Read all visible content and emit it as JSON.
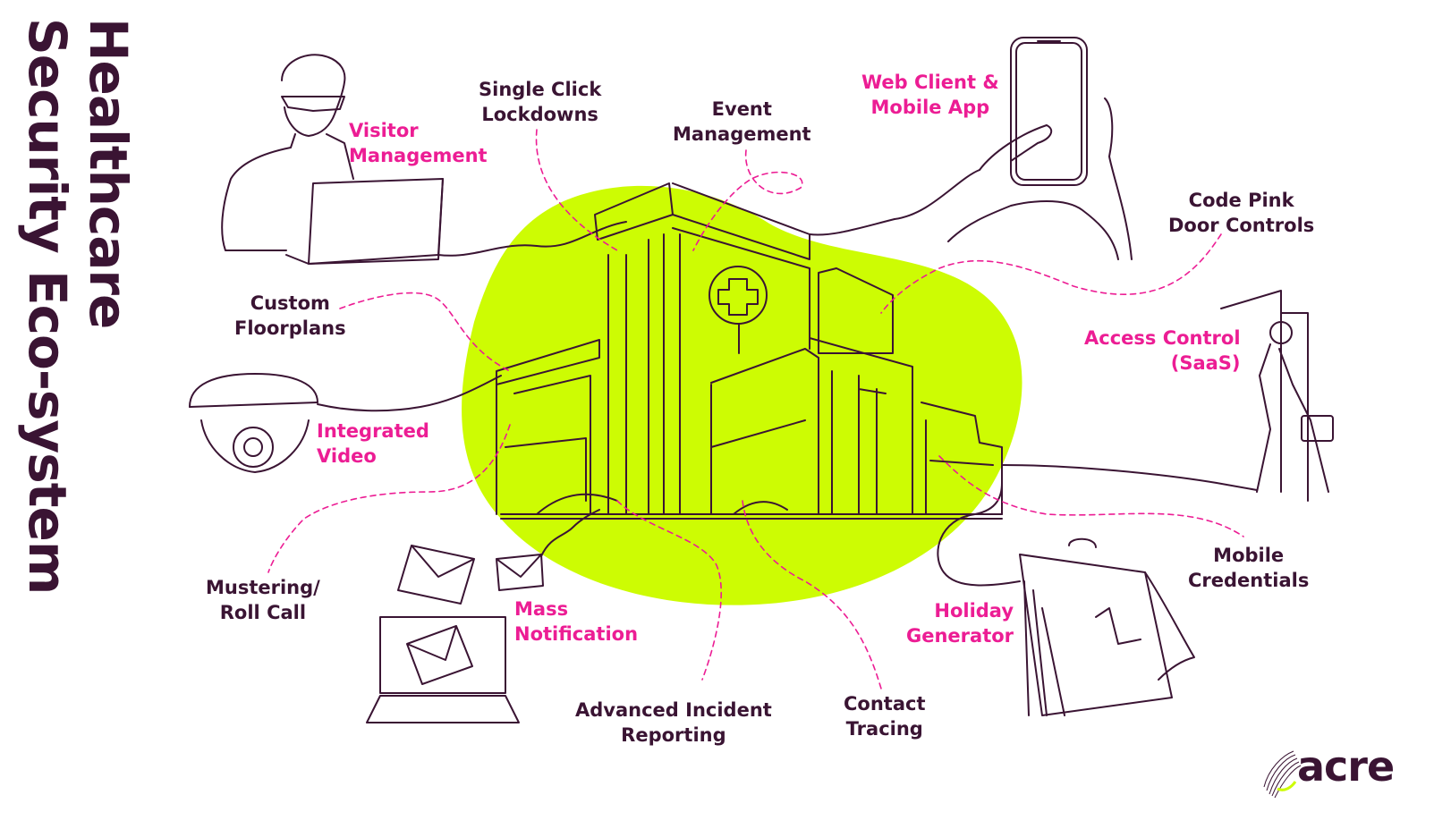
{
  "title": {
    "line1": "Healthcare",
    "line2": "Security Eco-system"
  },
  "colors": {
    "accent_blob": "#cdfc03",
    "text_dark": "#3a1433",
    "text_pink": "#ec1d94",
    "line": "#3a1433"
  },
  "labels": {
    "visitor_management": {
      "line1": "Visitor",
      "line2": "Management"
    },
    "single_click_lockdowns": {
      "line1": "Single Click",
      "line2": "Lockdowns"
    },
    "event_management": {
      "line1": "Event",
      "line2": "Management"
    },
    "web_client_mobile_app": {
      "line1": "Web Client &",
      "line2": "Mobile App"
    },
    "code_pink_door_controls": {
      "line1": "Code Pink",
      "line2": "Door Controls"
    },
    "custom_floorplans": {
      "line1": "Custom",
      "line2": "Floorplans"
    },
    "access_control": {
      "line1": "Access Control",
      "line2": "(SaaS)"
    },
    "integrated_video": {
      "line1": "Integrated",
      "line2": "Video"
    },
    "mustering_roll_call": {
      "line1": "Mustering/",
      "line2": "Roll Call"
    },
    "mass_notification": {
      "line1": "Mass",
      "line2": "Notification"
    },
    "mobile_credentials": {
      "line1": "Mobile",
      "line2": "Credentials"
    },
    "holiday_generator": {
      "line1": "Holiday",
      "line2": "Generator"
    },
    "advanced_incident_reporting": {
      "line1": "Advanced Incident",
      "line2": "Reporting"
    },
    "contact_tracing": {
      "line1": "Contact",
      "line2": "Tracing"
    }
  },
  "logo": {
    "text": "acre"
  },
  "icons": [
    "person-laptop-icon",
    "security-camera-icon",
    "laptop-envelopes-icon",
    "hospital-building-icon",
    "hand-phone-icon",
    "walking-person-door-icon",
    "calendar-icon",
    "acre-logo-icon"
  ]
}
